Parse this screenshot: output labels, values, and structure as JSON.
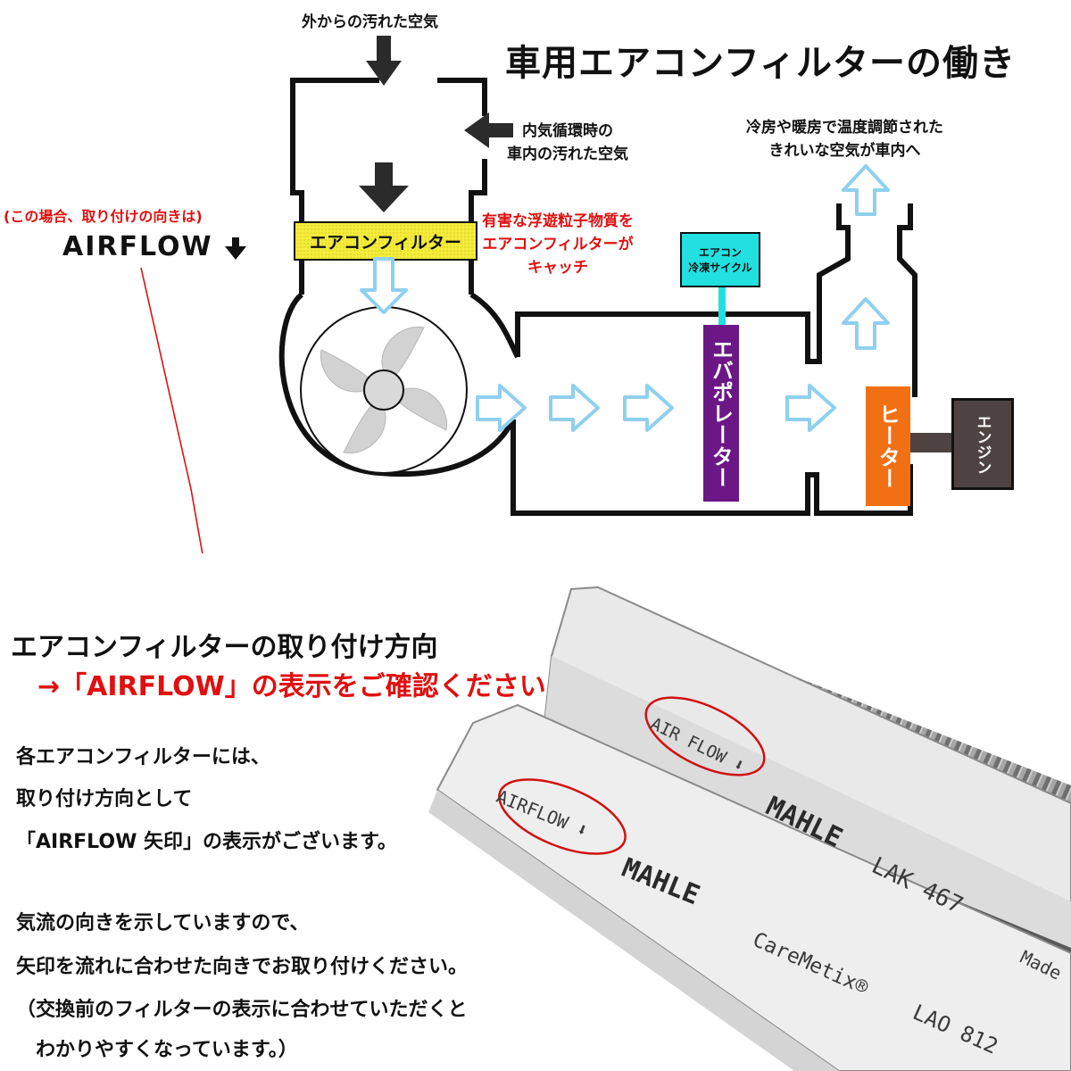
{
  "title": "車用エアコンフィルターの働き",
  "labels": {
    "outside_air": "外からの汚れた空気",
    "recirc_line1": "内気循環時の",
    "recirc_line2": "車内の汚れた空気",
    "output_line1": "冷房や暖房で温度調節された",
    "output_line2": "きれいな空気が車内へ",
    "filter": "エアコンフィルター",
    "catch_line1": "有害な浮遊粒子物質を",
    "catch_line2": "エアコンフィルターが",
    "catch_line3": "キャッチ",
    "cycle_line1": "エアコン",
    "cycle_line2": "冷凍サイクル",
    "evaporator": "エバポレーター",
    "heater": "ヒーター",
    "engine": "エンジン"
  },
  "install_note": "(この場合、取り付けの向きは)",
  "airflow_label": "AIRFLOW",
  "heading_line1": "エアコンフィルターの取り付け方向",
  "heading_line2": "→「AIRFLOW」の表示をご確認ください",
  "body_lines": [
    "各エアコンフィルターには、",
    "取り付け方向として",
    "「AIRFLOW 矢印」の表示がございます。",
    "気流の向きを示していますので、",
    "矢印を流れに合わせた向きでお取り付けください。",
    "（交換前のフィルターの表示に合わせていただくと",
    "　わかりやすくなっています。）"
  ],
  "photo_text": {
    "airflow_top": "AIR FLOW",
    "brand_top": "MAHLE",
    "model_top": "LAK 467",
    "made_top": "Made",
    "airflow_bottom": "AIRFLOW",
    "brand_bottom": "MAHLE",
    "caremetix": "CareMetix®",
    "model_bottom": "LAO 812"
  },
  "colors": {
    "filter": "#f3ec3a",
    "cycle": "#22e0e0",
    "evaporator": "#6b1786",
    "heater": "#f27014",
    "engine": "#4f4342",
    "flow_arrow": "#8fd0ee",
    "red": "#e01010"
  }
}
